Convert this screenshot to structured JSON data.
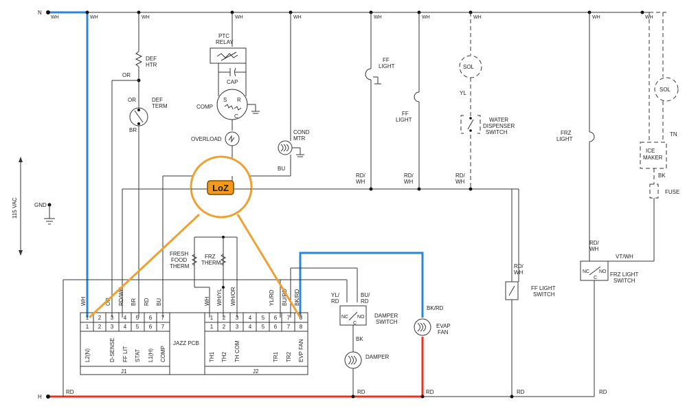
{
  "rails": {
    "n": "N",
    "h": "H",
    "gnd": "GND",
    "vac": "115 VAC"
  },
  "wire": {
    "wh": "WH",
    "or": "OR",
    "br": "BR",
    "bu": "BU",
    "yl": "YL",
    "tn": "TN",
    "bk": "BK",
    "rd": "RD",
    "rd_wh": "RD/",
    "rd_wh2": "WH",
    "vt_wh": "VT/WH",
    "bk_rd": "BK/RD",
    "yl_rd": "YL/",
    "yl_rd2": "RD",
    "bu_rd": "BU/",
    "bu_rd2": "RD"
  },
  "components": {
    "def_htr": [
      "DEF",
      "HTR"
    ],
    "def_term": [
      "DEF",
      "TERM"
    ],
    "ptc_relay": [
      "PTC",
      "RELAY"
    ],
    "cap": "CAP",
    "comp": "COMP",
    "overload": "OVERLOAD",
    "cond_mtr": [
      "COND",
      "MTR"
    ],
    "ff_light1": [
      "FF",
      "LIGHT"
    ],
    "ff_light2": [
      "FF",
      "LIGHT"
    ],
    "sol": "SOL",
    "water_switch": [
      "WATER",
      "DISPENSER",
      "SWITCH"
    ],
    "frz_light": [
      "FRZ",
      "LIGHT"
    ],
    "ice_maker": [
      "ICE",
      "MAKER"
    ],
    "fuse": "FUSE",
    "fresh_food_therm": [
      "FRESH",
      "FOOD",
      "THERM"
    ],
    "frz_therm": [
      "FRZ",
      "THERM"
    ],
    "damper_switch": [
      "DAMPER",
      "SWITCH"
    ],
    "damper": "DAMPER",
    "evap_fan": [
      "EVAP",
      "FAN"
    ],
    "ff_light_switch": [
      "FF LIGHT",
      "SWITCH"
    ],
    "frz_light_switch": [
      "FRZ LIGHT",
      "SWITCH"
    ],
    "nc": "NC",
    "no": "NO",
    "c": "C",
    "s": "S",
    "r": "R"
  },
  "loz": "LoZ",
  "pcb": {
    "name": "JAZZ PCB",
    "j1": "J1",
    "j2": "J2",
    "j1_wires": [
      "WH",
      "OR",
      "RD/WH",
      "BR",
      "RD",
      "BU"
    ],
    "j1_pins": [
      "1",
      "2",
      "3",
      "4",
      "5",
      "6",
      "7"
    ],
    "j1_labels": [
      "L2(N)",
      "D-SENSE",
      "FF LIT",
      "STAT",
      "L1(H)",
      "COMP"
    ],
    "j2_wires": [
      "WH",
      "WH/YL",
      "WH/OR",
      "YL/RD",
      "BU/RD",
      "BK/RD"
    ],
    "j2_pins": [
      "1",
      "2",
      "3",
      "4",
      "5",
      "6",
      "7",
      "8"
    ],
    "j2_labels": [
      "TH1",
      "TH2",
      "TH COM",
      "TR1",
      "TR2",
      "EVP FAN"
    ]
  },
  "colors": {
    "neutral": "#2b86d6",
    "hot": "#e8331f",
    "highlight": "#f0a030"
  }
}
